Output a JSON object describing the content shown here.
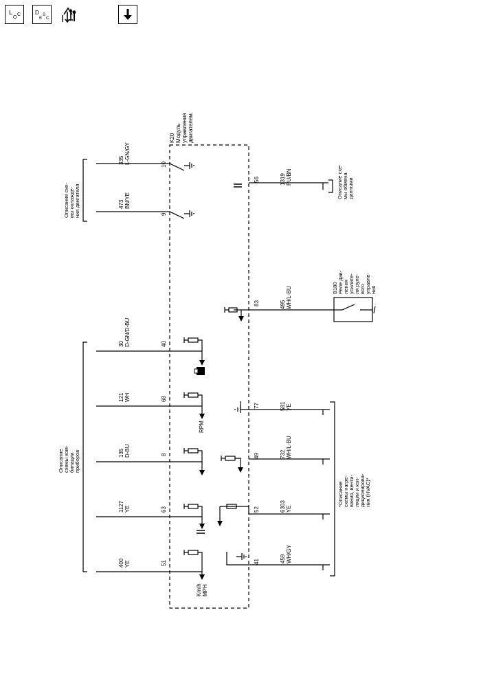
{
  "toolbar": {
    "loc": {
      "main": "L",
      "sub1": "O",
      "sub2": "C"
    },
    "desc": {
      "main": "D",
      "sub1": "E",
      "sub2": "S",
      "sub3": "C"
    },
    "icons": [
      "location-icon",
      "description-icon",
      "diagnostic-tools-icon",
      "download-arrow-icon"
    ]
  },
  "diagram": {
    "module": {
      "ref": "K20",
      "name": [
        "Модуль",
        "управления",
        "двигателем."
      ],
      "pins_left": [
        "10",
        "9",
        "40",
        "68",
        "8",
        "63",
        "51"
      ],
      "pins_right": [
        "56",
        "83",
        "77",
        "49",
        "52",
        "41"
      ]
    },
    "wires": [
      {
        "circuit": "335",
        "color": "L-GN/GY"
      },
      {
        "circuit": "473",
        "color": "BN/YE"
      },
      {
        "circuit": "30",
        "color": "D-GN/D-BU"
      },
      {
        "circuit": "121",
        "color": "WH"
      },
      {
        "circuit": "135",
        "color": "D-BU"
      },
      {
        "circuit": "1127",
        "color": "YE"
      },
      {
        "circuit": "400",
        "color": "YE"
      },
      {
        "circuit": "1319",
        "color": "PU/BN"
      },
      {
        "circuit": "495",
        "color": "WH/L-BU"
      },
      {
        "circuit": "581",
        "color": "YE"
      },
      {
        "circuit": "732",
        "color": "WH/L-BU"
      },
      {
        "circuit": "6303",
        "color": "YE"
      },
      {
        "circuit": "459",
        "color": "WH/GY"
      }
    ],
    "refs": {
      "coolant": [
        "Описание схе-",
        "мы охлажде-",
        "ния двигателя"
      ],
      "data": [
        "Описание схе-",
        "мы обмена",
        "данными"
      ],
      "ipc": [
        "Описание",
        "схемы ком-",
        "бинации",
        "приборов"
      ],
      "hvac": [
        "*Описание",
        "схемы нагре-",
        "вания, венти-",
        "ляции и кон-",
        "диционирова-",
        "ния (HVAC)*"
      ]
    },
    "relay": {
      "ref": "B180",
      "name": [
        "Реле дав-",
        "ления",
        "усилите-",
        "ля руле-",
        "вого",
        "управле-",
        "ния"
      ]
    },
    "labels": {
      "rpm": "RPM",
      "kmh": "Km/h",
      "mph": "MPH"
    }
  },
  "colors": {
    "line": "#000000",
    "background": "#ffffff"
  }
}
